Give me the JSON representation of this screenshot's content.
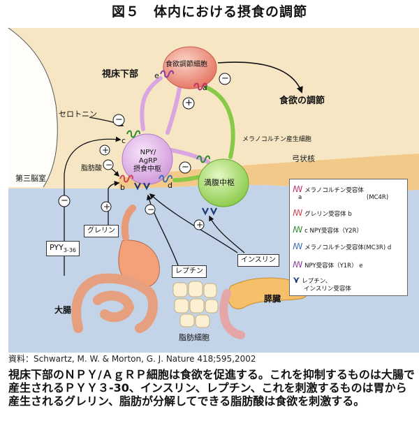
{
  "title": "図５　体内における摂食の調節",
  "labels": {
    "hypothalamus": "視床下部",
    "appetite_cell": "食欲調節細胞",
    "appetite_control": "食欲の調節",
    "serotonin": "セロトニン",
    "npy_line1": "NPY/",
    "npy_line2": "AgRP",
    "npy_line3": "摂食中枢",
    "fatty_acid": "脂肪酸",
    "third_ventricle": "第三脳室",
    "melanocortin_cell": "メラノコルチン産生細胞",
    "arcuate": "弓状核",
    "satiety_center": "満腹中枢",
    "pyy": "PYY",
    "pyy_sub": "3-36",
    "ghrelin_box": "グレリン",
    "leptin_box": "レプチン",
    "insulin_box": "インスリン",
    "large_intestine": "大腸",
    "pancreas": "膵臓",
    "adipocyte": "脂肪細胞",
    "receptor_a": "a",
    "receptor_b": "b",
    "receptor_c": "c",
    "receptor_d": "d",
    "receptor_e": "e"
  },
  "signs": {
    "plus": "+",
    "minus": "−"
  },
  "legend": [
    {
      "letter": "a",
      "text": "メラノコルチン受容体",
      "sub": "(MC4R)",
      "color": "#c0306a"
    },
    {
      "letter": "b",
      "text": "グレリン受容体",
      "sub": "",
      "color": "#d04050"
    },
    {
      "letter": "c",
      "text": "NPY受容体（Y2R）",
      "sub": "",
      "color": "#2e8b2e"
    },
    {
      "letter": "d",
      "text": "メラノコルチン受容体(MC3R)",
      "sub": "",
      "color": "#3a6fb0"
    },
    {
      "letter": "e",
      "text": "NPY受容体（Y1R）",
      "sub": "",
      "color": "#8a3aa0"
    },
    {
      "letter": "",
      "text": "レプチン、",
      "sub": "インスリン受容体",
      "color": "#1a3a7a"
    }
  ],
  "source": "資料：Schwartz, M. W. & Morton, G. J. Nature 418;595,2002",
  "summary": "視床下部のＮＰＹ/ＡｇＲＰ細胞は食欲を促進する。これを抑制するものは大腸で産生されるＰＹＹ３-30、インスリン、レプチン、これを刺激するものは胃から産生されるグレリン、脂肪が分解してできる脂肪酸は食欲を刺激する。",
  "colors": {
    "brain_bg": "#f6e6c4",
    "band": "#f3c98a",
    "body_bg": "#c3d3e8",
    "npy_cell": "#e8c2ee",
    "satiety_cell": "#b9e57f",
    "appetite_cell": "#f19a86"
  }
}
